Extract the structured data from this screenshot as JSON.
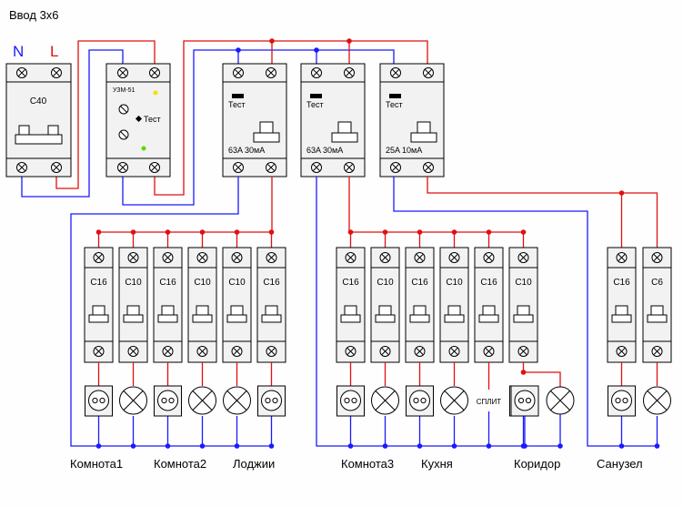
{
  "title": "Ввод 3х6",
  "feed": {
    "n_label": "N",
    "l_label": "L",
    "n_color": "#1a1aff",
    "l_color": "#e01010"
  },
  "main_breaker": {
    "rating": "C40"
  },
  "uzm": {
    "name": "УЗМ-51",
    "test_label": "Тест"
  },
  "rcds": [
    {
      "test_label": "Тест",
      "rating": "63A 30мА"
    },
    {
      "test_label": "Тест",
      "rating": "63A 30мА"
    },
    {
      "test_label": "Тест",
      "rating": "25A 10мА"
    }
  ],
  "groups": [
    {
      "breakers": [
        "C16",
        "C10",
        "C16",
        "C10",
        "C10",
        "C16"
      ]
    },
    {
      "breakers": [
        "C16",
        "C10",
        "C16",
        "C10",
        "C16",
        "C10"
      ]
    },
    {
      "breakers": [
        "C16",
        "C6"
      ]
    }
  ],
  "split_label": "СПЛИТ",
  "rooms": [
    "Комнота1",
    "Комнота2",
    "Лоджии",
    "Комнота3",
    "Кухня",
    "Коридор",
    "Санузел"
  ],
  "colors": {
    "phase": "#e01010",
    "neutral": "#1a1aff",
    "device": "#f2f2f2",
    "outline": "#000000"
  }
}
